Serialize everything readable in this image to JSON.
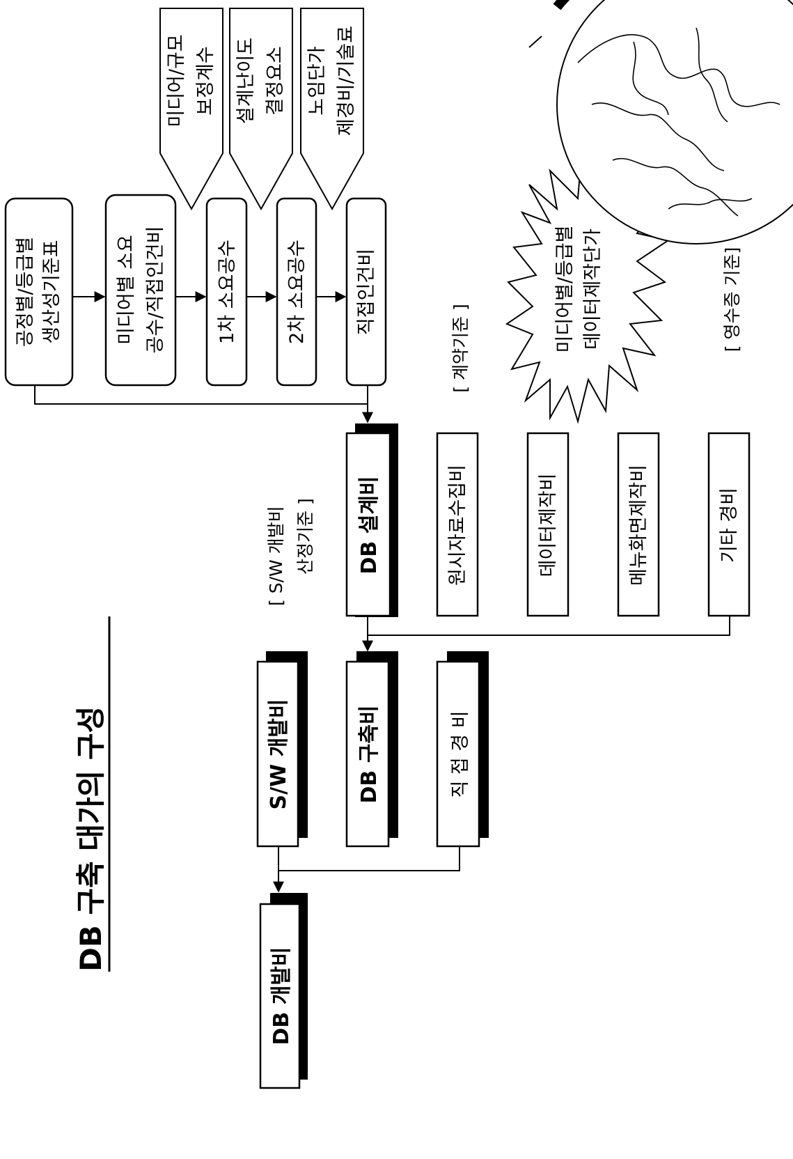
{
  "title": "DB 구축 대가의 구성",
  "top_row": [
    {
      "line1": "공정별/등급별",
      "line2": "생산성기준표"
    },
    {
      "line1": "미디어별 소요",
      "line2": "공수/직접인건비"
    },
    {
      "line1": "1차 소요공수",
      "line2": ""
    },
    {
      "line1": "2차 소요공수",
      "line2": ""
    },
    {
      "line1": "직접인건비",
      "line2": ""
    }
  ],
  "callouts": [
    {
      "line1": "미디어/규모",
      "line2": "보정계수"
    },
    {
      "line1": "설계난이도",
      "line2": "결정요소"
    },
    {
      "line1": "노임단가",
      "line2": "제경비/기술료"
    }
  ],
  "criteria": {
    "sw": {
      "line1": "[ S/W 개발비",
      "line2": "산정기준 ]"
    },
    "contract": "[ 계약기준 ]",
    "receipt": "[ 영수증 기준]"
  },
  "starburst": {
    "line1": "미디어별/등급별",
    "line2": "데이터제작단가"
  },
  "mid_row": [
    {
      "label": "DB 설계비",
      "bold": true,
      "shadow": true
    },
    {
      "label": "원시자료수집비",
      "bold": false,
      "shadow": false
    },
    {
      "label": "데이터제작비",
      "bold": false,
      "shadow": false
    },
    {
      "label": "메뉴화면제작비",
      "bold": false,
      "shadow": false
    },
    {
      "label": "기타 경비",
      "bold": false,
      "shadow": false
    }
  ],
  "components": [
    {
      "label": "S/W 개발비"
    },
    {
      "label": "DB 구축비"
    },
    {
      "label": "직 접 경 비"
    }
  ],
  "total": {
    "label": "DB 개발비"
  },
  "icons": {
    "globe": "globe-icon",
    "starburst": "starburst-shape"
  }
}
